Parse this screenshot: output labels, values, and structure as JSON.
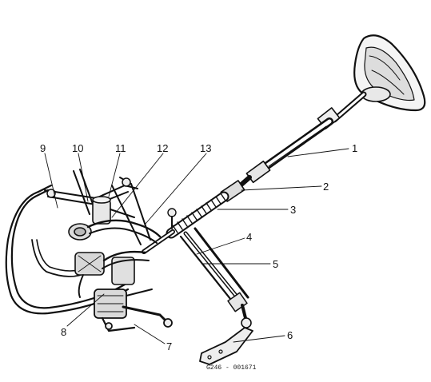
{
  "figure": {
    "reference_code": "G246 - 001671",
    "callouts": [
      {
        "id": "c1",
        "label": "1"
      },
      {
        "id": "c2",
        "label": "2"
      },
      {
        "id": "c3",
        "label": "3"
      },
      {
        "id": "c4",
        "label": "4"
      },
      {
        "id": "c5",
        "label": "5"
      },
      {
        "id": "c6",
        "label": "6"
      },
      {
        "id": "c7",
        "label": "7"
      },
      {
        "id": "c8",
        "label": "8"
      },
      {
        "id": "c9",
        "label": "9"
      },
      {
        "id": "c10",
        "label": "10"
      },
      {
        "id": "c11",
        "label": "11"
      },
      {
        "id": "c12",
        "label": "12"
      },
      {
        "id": "c13",
        "label": "13"
      }
    ]
  }
}
